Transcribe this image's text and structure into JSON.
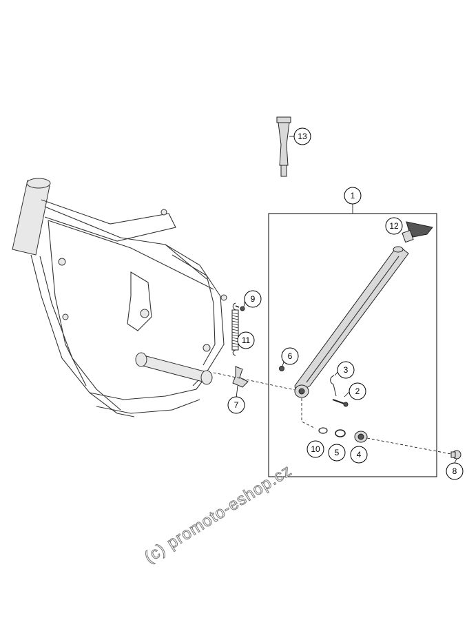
{
  "callouts": [
    {
      "id": "1",
      "label": "1"
    },
    {
      "id": "2",
      "label": "2"
    },
    {
      "id": "3",
      "label": "3"
    },
    {
      "id": "4",
      "label": "4"
    },
    {
      "id": "5",
      "label": "5"
    },
    {
      "id": "6",
      "label": "6"
    },
    {
      "id": "7",
      "label": "7"
    },
    {
      "id": "8",
      "label": "8"
    },
    {
      "id": "9",
      "label": "9"
    },
    {
      "id": "10",
      "label": "10"
    },
    {
      "id": "11",
      "label": "11"
    },
    {
      "id": "12",
      "label": "12"
    },
    {
      "id": "13",
      "label": "13"
    }
  ],
  "watermark": "(c) promoto-eshop.cz"
}
